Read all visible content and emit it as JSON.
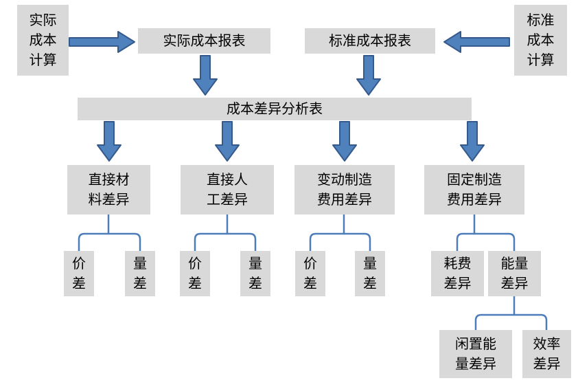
{
  "diagram": {
    "top": {
      "actual_calc": "实际\n成本\n计算",
      "actual_report": "实际成本报表",
      "standard_report": "标准成本报表",
      "standard_calc": "标准\n成本\n计算"
    },
    "analysis_bar": "成本差异分析表",
    "level2": {
      "direct_material": "直接材\n料差异",
      "direct_labor": "直接人\n工差异",
      "variable_overhead": "变动制造\n费用差异",
      "fixed_overhead": "固定制造\n费用差异"
    },
    "level3": {
      "price": "价\n差",
      "quantity": "量\n差",
      "spending": "耗费\n差异",
      "capacity": "能量\n差异"
    },
    "level4": {
      "idle_capacity": "闲置能\n量差异",
      "efficiency": "效率\n差异"
    }
  },
  "colors": {
    "box_fill": "#d9d9d9",
    "arrow_fill": "#4f81bd",
    "arrow_stroke": "#36598c",
    "connector": "#4c7cba",
    "text": "#000000",
    "background": "#ffffff"
  }
}
